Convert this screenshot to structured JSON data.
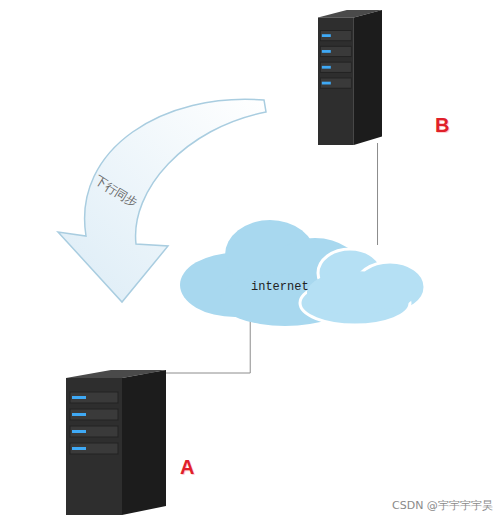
{
  "diagram": {
    "nodes": [
      {
        "text": [
          "B"
        ]
      },
      {
        "text": [
          "internet"
        ]
      },
      {
        "text": [
          "A"
        ]
      }
    ],
    "edges": [
      {
        "from": 0,
        "to": 1,
        "arrow": "none"
      },
      {
        "from": 1,
        "to": 2,
        "arrow": "to"
      }
    ],
    "labels": [
      "下行同步",
      "CSDN @宇宇宇宇昊"
    ]
  }
}
